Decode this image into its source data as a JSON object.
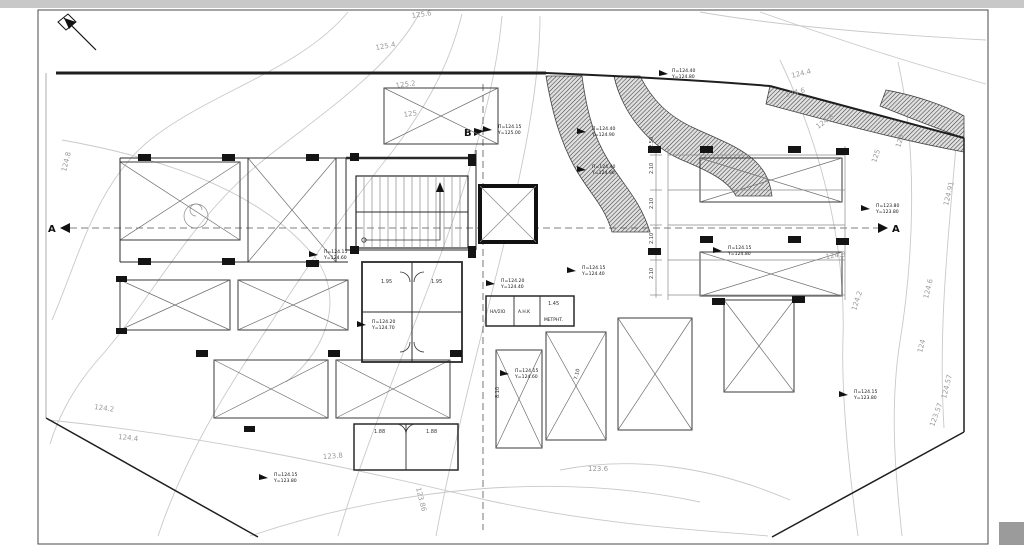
{
  "colors": {
    "ink": "#1a1a1a",
    "contour": "#c9c9c9",
    "paper": "#ffffff",
    "surround_top": "#c8c8c8",
    "surround_corner": "#9b9b9b"
  },
  "sections": {
    "a_left": "A",
    "a_right": "A",
    "b": "B"
  },
  "rooms": [
    {
      "text": "ΗΛ/ΣΙΟ"
    },
    {
      "text": "Α.Η.Κ"
    },
    {
      "text": "ΜΕΤΡΗΤ."
    }
  ],
  "contours": [
    {
      "text": "125.6"
    },
    {
      "text": "125.4"
    },
    {
      "text": "125.2"
    },
    {
      "text": "125"
    },
    {
      "text": "124.8"
    },
    {
      "text": "124.4"
    },
    {
      "text": "124.6"
    },
    {
      "text": "124.8"
    },
    {
      "text": "125"
    },
    {
      "text": "124.91"
    },
    {
      "text": "124.8"
    },
    {
      "text": "124.2"
    },
    {
      "text": "124"
    },
    {
      "text": "124.57"
    },
    {
      "text": "123.57"
    },
    {
      "text": "124.4"
    },
    {
      "text": "123.8"
    },
    {
      "text": "123.6"
    },
    {
      "text": "123.86"
    },
    {
      "text": "124.2"
    },
    {
      "text": "124.6"
    },
    {
      "text": "125"
    }
  ],
  "dims": [
    {
      "text": "2.50"
    },
    {
      "text": "2.10"
    },
    {
      "text": "2.10"
    },
    {
      "text": "2.10"
    },
    {
      "text": "2.10"
    },
    {
      "text": "1.95"
    },
    {
      "text": "1.95"
    },
    {
      "text": "1.88"
    },
    {
      "text": "1.88"
    },
    {
      "text": "1.45"
    },
    {
      "text": "8.10"
    },
    {
      "text": "7.10"
    }
  ],
  "spots": [
    {
      "l1": "Π=124.40",
      "l2": "Y=124.80"
    },
    {
      "l1": "Π=124.15",
      "l2": "Y=125.00"
    },
    {
      "l1": "Π=124.40",
      "l2": "Y=124.90"
    },
    {
      "l1": "Π=124.40",
      "l2": "Y=124.90"
    },
    {
      "l1": "Π=123.80",
      "l2": "Y=123.80"
    },
    {
      "l1": "Π=124.15",
      "l2": "Y=124.60"
    },
    {
      "l1": "Π=124.15",
      "l2": "Y=124.80"
    },
    {
      "l1": "Π=124.15",
      "l2": "Y=124.40"
    },
    {
      "l1": "Π=124.20",
      "l2": "Y=124.40"
    },
    {
      "l1": "Π=124.20",
      "l2": "Y=124.70"
    },
    {
      "l1": "Π=124.15",
      "l2": "Y=124.60"
    },
    {
      "l1": "Π=124.15",
      "l2": "Y=123.80"
    },
    {
      "l1": "Π=124.15",
      "l2": "Y=123.80"
    }
  ]
}
